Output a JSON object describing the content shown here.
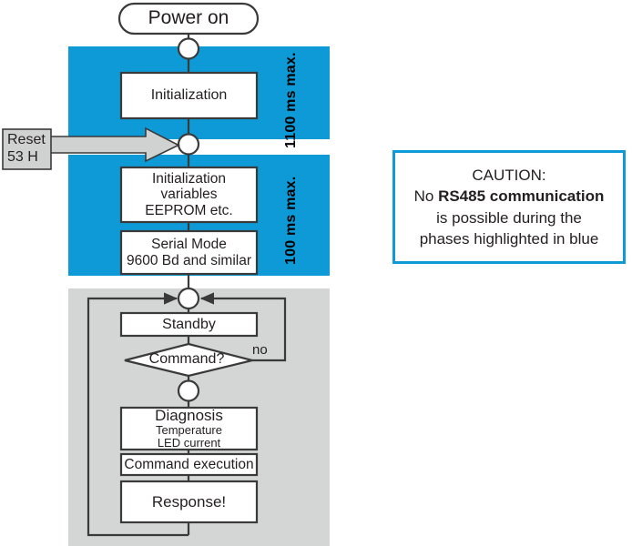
{
  "figure": {
    "kind": "flowchart",
    "colors": {
      "blue_phase": "#0d9ad6",
      "loop_panel_gray": "#d4d6d6",
      "reset_box_gray": "#d0d2d2",
      "stroke": "#3a3a3a",
      "background": "#ffffff"
    }
  },
  "nodes": {
    "power_on": "Power on",
    "initialization": "Initialization",
    "init_vars_line1": "Initialization",
    "init_vars_line2": "variables",
    "init_vars_line3": "EEPROM etc.",
    "serial_line1": "Serial Mode",
    "serial_line2": "9600 Bd and similar",
    "standby": "Standby",
    "decision": "Command?",
    "decision_no_label": "no",
    "diagnosis_title": "Diagnosis",
    "diagnosis_line2": "Temperature",
    "diagnosis_line3": "LED current",
    "command_execution": "Command execution",
    "response": "Response!"
  },
  "reset": {
    "line1": "Reset",
    "line2": "53 H"
  },
  "timing": {
    "phase1": "1100 ms max.",
    "phase2": "100 ms max."
  },
  "caution": {
    "title": "CAUTION:",
    "line2_pre": "No ",
    "line2_bold": "RS485 communication",
    "line3": "is possible during the",
    "line4": "phases highlighted in blue"
  }
}
